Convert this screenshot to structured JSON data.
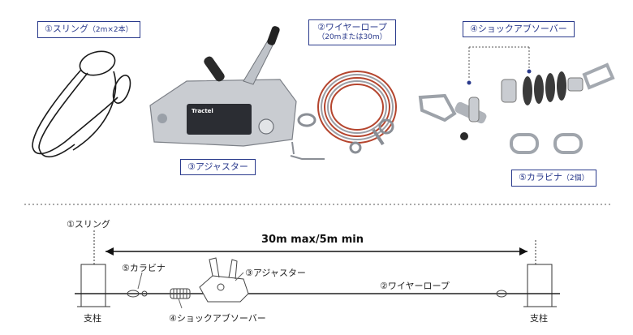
{
  "top": {
    "sling": {
      "num": "①",
      "name": "スリング",
      "note": "（2m×2本）"
    },
    "wire": {
      "num": "②",
      "name": "ワイヤーロープ",
      "note": "（20mまたは30m）"
    },
    "adjuster": {
      "num": "③",
      "name": "アジャスター",
      "brand": "Tractel"
    },
    "absorber": {
      "num": "④",
      "name": "ショックアブソーバー"
    },
    "carabiner": {
      "num": "⑤",
      "name": "カラビナ",
      "note": "（2個）"
    }
  },
  "diagram": {
    "span": "30m max/5m min",
    "sling_label": "①スリング",
    "carabiner_label": "⑤カラビナ",
    "adjuster_label": "③アジャスター",
    "wire_label": "②ワイヤーロープ",
    "absorber_label": "④ショックアブソーバー",
    "post_left": "支柱",
    "post_right": "支柱"
  },
  "colors": {
    "label_border": "#2a3a8c",
    "wire_red": "#b5452e",
    "metal": "#b8bcc2"
  }
}
